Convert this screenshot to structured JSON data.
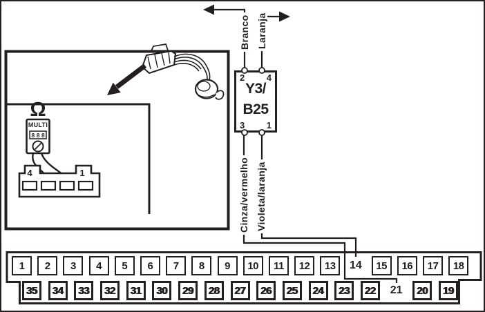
{
  "colors": {
    "ink": "#231f20",
    "background": "#ffffff"
  },
  "relay": {
    "line1": "Y3/",
    "line2": "B25",
    "pin_top_left": "2",
    "pin_top_right": "4",
    "pin_bottom_left": "3",
    "pin_bottom_right": "1"
  },
  "wire_labels": {
    "top_left": "Branco",
    "top_right": "Laranja",
    "bottom_left": "Cinza/vermelho",
    "bottom_right": "Violeta/laranja"
  },
  "inset": {
    "multimeter": {
      "ohm": "Ω",
      "name": "MULTI",
      "display": "888"
    },
    "connector": {
      "left_pin": "4",
      "right_pin": "1"
    }
  },
  "connector": {
    "top_pins": [
      "1",
      "2",
      "3",
      "4",
      "5",
      "6",
      "7",
      "8",
      "9",
      "10",
      "11",
      "12",
      "13",
      "14",
      "15",
      "16",
      "17",
      "18"
    ],
    "bottom_pins": [
      "35",
      "34",
      "33",
      "32",
      "31",
      "30",
      "29",
      "28",
      "27",
      "26",
      "25",
      "24",
      "23",
      "22",
      "21",
      "20",
      "19"
    ],
    "boxless_pins": [
      "14",
      "21"
    ]
  }
}
